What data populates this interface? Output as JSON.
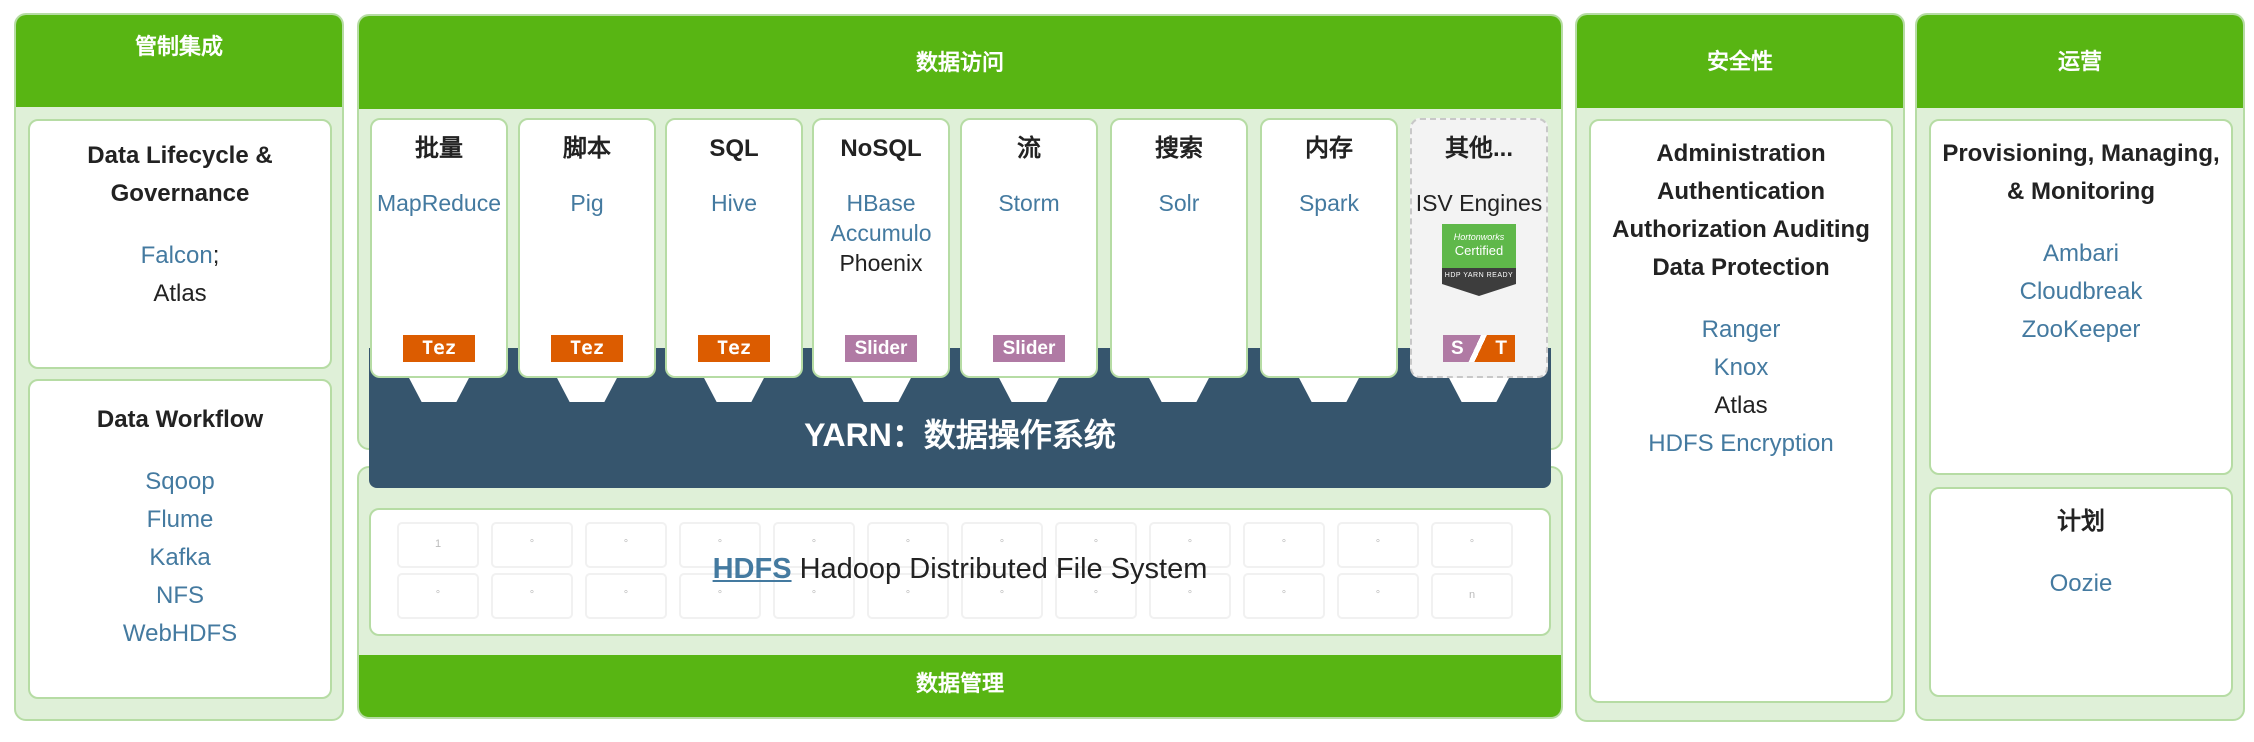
{
  "colors": {
    "header_green": "#58b513",
    "panel_bg": "#dff0d8",
    "border_green": "#b6dca4",
    "yarn_blue": "#36556d",
    "link_blue": "#447aa0",
    "tez_orange": "#dc5c00",
    "slider_purple": "#b07aa4"
  },
  "governance": {
    "header": "管制集成",
    "lifecycle": {
      "title_line1": "Data Lifecycle &",
      "title_line2": "Governance",
      "link": "Falcon",
      "separator": ";",
      "plain": "Atlas"
    },
    "workflow": {
      "title": "Data Workflow",
      "links": [
        "Sqoop",
        "Flume",
        "Kafka",
        "NFS",
        "WebHDFS"
      ]
    }
  },
  "data_access": {
    "header": "数据访问",
    "engines": [
      {
        "title": "批量",
        "links": [
          "MapReduce"
        ],
        "plain": [],
        "badge": "Tez"
      },
      {
        "title": "脚本",
        "links": [
          "Pig"
        ],
        "plain": [],
        "badge": "Tez"
      },
      {
        "title": "SQL",
        "links": [
          "Hive"
        ],
        "plain": [],
        "badge": "Tez"
      },
      {
        "title": "NoSQL",
        "links": [
          "HBase",
          "Accumulo"
        ],
        "plain": [
          "Phoenix"
        ],
        "badge": "Slider"
      },
      {
        "title": "流",
        "links": [
          "Storm"
        ],
        "plain": [],
        "badge": "Slider"
      },
      {
        "title": "搜索",
        "links": [
          "Solr"
        ],
        "plain": [],
        "badge": ""
      },
      {
        "title": "内存",
        "links": [
          "Spark"
        ],
        "plain": [],
        "badge": ""
      },
      {
        "title": "其他...",
        "links": [],
        "plain": [
          "ISV Engines"
        ],
        "badge_left": "S",
        "badge_right": "T"
      }
    ],
    "certification": {
      "brand": "Hortonworks",
      "label": "Certified",
      "ribbon": "HDP YARN READY"
    },
    "yarn_label": "YARN：数据操作系统"
  },
  "data_management": {
    "footer": "数据管理",
    "hdfs_link": "HDFS",
    "hdfs_text": " Hadoop Distributed File System",
    "cells_row1": [
      "1",
      "°",
      "°",
      "°",
      "°",
      "°",
      "°",
      "°",
      "°",
      "°",
      "°",
      "°"
    ],
    "cells_row2": [
      "°",
      "°",
      "°",
      "°",
      "°",
      "°",
      "°",
      "°",
      "°",
      "°",
      "°",
      "n"
    ]
  },
  "security": {
    "header": "安全性",
    "title_lines": [
      "Administration",
      "Authentication",
      "Authorization Auditing",
      "Data Protection"
    ],
    "items": [
      {
        "text": "Ranger",
        "link": true
      },
      {
        "text": "Knox",
        "link": true
      },
      {
        "text": "Atlas",
        "link": false
      },
      {
        "text": "HDFS Encryption",
        "link": true
      }
    ]
  },
  "operations": {
    "header": "运营",
    "provisioning": {
      "title_line1": "Provisioning, Managing,",
      "title_line2": "& Monitoring",
      "links": [
        "Ambari",
        "Cloudbreak",
        "ZooKeeper"
      ]
    },
    "scheduling": {
      "title": "计划",
      "links": [
        "Oozie"
      ]
    }
  }
}
